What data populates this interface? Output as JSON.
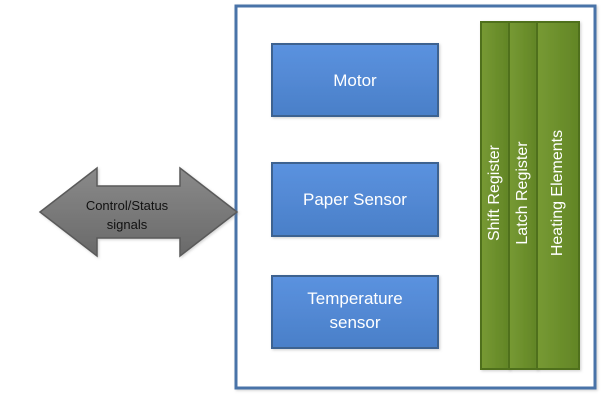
{
  "diagram": {
    "arrow": {
      "line1": "Control/Status",
      "line2": "signals"
    },
    "blocks": {
      "motor": "Motor",
      "paper_sensor": "Paper Sensor",
      "temperature": {
        "line1": "Temperature",
        "line2": "sensor"
      }
    },
    "columns": {
      "shift_register": "Shift Register",
      "latch_register": "Latch Register",
      "heating_elements": "Heating Elements"
    },
    "colors": {
      "frame_border": "#4A73A8",
      "block_fill": "#4F86D2",
      "block_border": "#3C6290",
      "column_fill": "#6C8E2C",
      "column_border": "#4F6F1F",
      "arrow_fill": "#7A7A7A",
      "arrow_border": "#5A5A5A"
    }
  }
}
